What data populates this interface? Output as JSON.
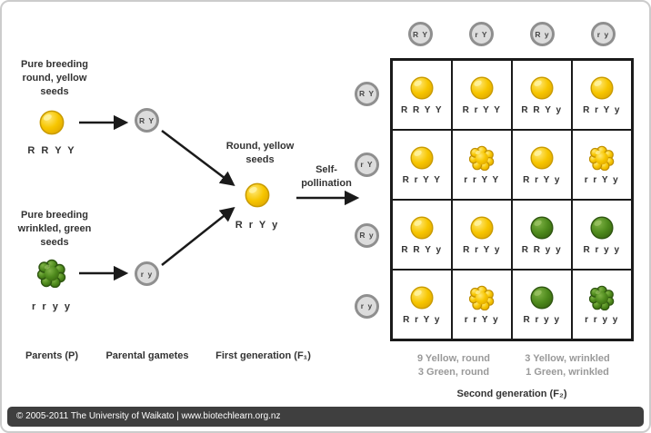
{
  "parents": {
    "p1": {
      "description": "Pure breeding round, yellow seeds",
      "genotype": "R R Y Y",
      "seed": "round-yellow",
      "seed_href": "#seed-round-yellow",
      "gamete": "R Y"
    },
    "p2": {
      "description": "Pure breeding wrinkled, green seeds",
      "genotype": "r r y y",
      "seed": "wrinkled-green",
      "seed_href": "#seed-wrinkled-green",
      "gamete": "r y"
    }
  },
  "f1": {
    "description": "Round, yellow seeds",
    "genotype": "R r Y y",
    "seed": "round-yellow",
    "seed_href": "#seed-round-yellow",
    "process_label": "Self-pollination"
  },
  "stage_labels": {
    "parents": "Parents (P)",
    "parental_gametes": "Parental gametes",
    "first_generation": "First generation (F₁)",
    "second_generation": "Second generation (F₂)"
  },
  "punnett": {
    "col_gametes": [
      "R Y",
      "r Y",
      "R y",
      "r y"
    ],
    "row_gametes": [
      "R Y",
      "r Y",
      "R y",
      "r y"
    ],
    "cells": [
      [
        {
          "genotype": "R R Y Y",
          "seed": "round-yellow"
        },
        {
          "genotype": "R r Y Y",
          "seed": "round-yellow"
        },
        {
          "genotype": "R R Y y",
          "seed": "round-yellow"
        },
        {
          "genotype": "R r Y y",
          "seed": "round-yellow"
        }
      ],
      [
        {
          "genotype": "R r Y Y",
          "seed": "round-yellow"
        },
        {
          "genotype": "r r Y Y",
          "seed": "wrinkled-yellow"
        },
        {
          "genotype": "R r Y y",
          "seed": "round-yellow"
        },
        {
          "genotype": "r r Y y",
          "seed": "wrinkled-yellow"
        }
      ],
      [
        {
          "genotype": "R R Y y",
          "seed": "round-yellow"
        },
        {
          "genotype": "R r Y y",
          "seed": "round-yellow"
        },
        {
          "genotype": "R R y y",
          "seed": "round-green"
        },
        {
          "genotype": "R r y y",
          "seed": "round-green"
        }
      ],
      [
        {
          "genotype": "R r Y y",
          "seed": "round-yellow"
        },
        {
          "genotype": "r r Y y",
          "seed": "wrinkled-yellow"
        },
        {
          "genotype": "R r y y",
          "seed": "round-green"
        },
        {
          "genotype": "r r y y",
          "seed": "wrinkled-green"
        }
      ]
    ],
    "ratio_summary": {
      "left": [
        "9 Yellow, round",
        "3 Green, round"
      ],
      "right": [
        "3 Yellow, wrinkled",
        "1 Green, wrinkled"
      ]
    }
  },
  "footer": "© 2005-2011 The University of Waikato | www.biotechlearn.org.nz",
  "colors": {
    "seed_yellow": "#f7c600",
    "seed_green": "#4e8a1c",
    "gamete_fill": "#dcdcdc",
    "gamete_ring": "#8f8f8f",
    "grid_border": "#1a1a1a",
    "summary_text": "#999999",
    "footer_bg": "#3f3f3f"
  }
}
